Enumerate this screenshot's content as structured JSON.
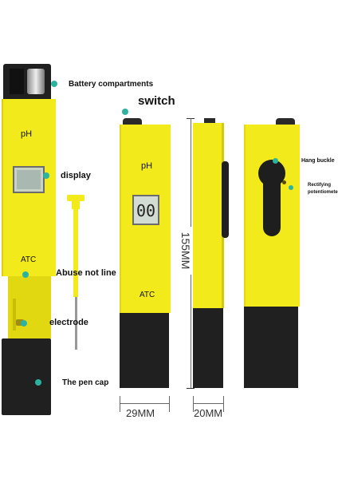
{
  "labels": {
    "battery": "Battery compartments",
    "switch": "switch",
    "display": "display",
    "abuse": "Abuse not line",
    "electrode": "electrode",
    "pen_cap": "The pen cap",
    "hang_buckle": "Hang buckle",
    "rectifying_1": "Rectifying",
    "rectifying_2": "potentiometer"
  },
  "device_text": {
    "ph_left": "pH",
    "atc_left": "ATC",
    "ph_mid": "pH",
    "atc_mid": "ATC",
    "lcd_value": "00"
  },
  "dimensions": {
    "height": "155MM",
    "width_front": "29MM",
    "width_side": "20MM"
  },
  "colors": {
    "body_yellow": "#f3ea1c",
    "cap_black": "#202020",
    "callout_dot": "#2bb3a0"
  }
}
